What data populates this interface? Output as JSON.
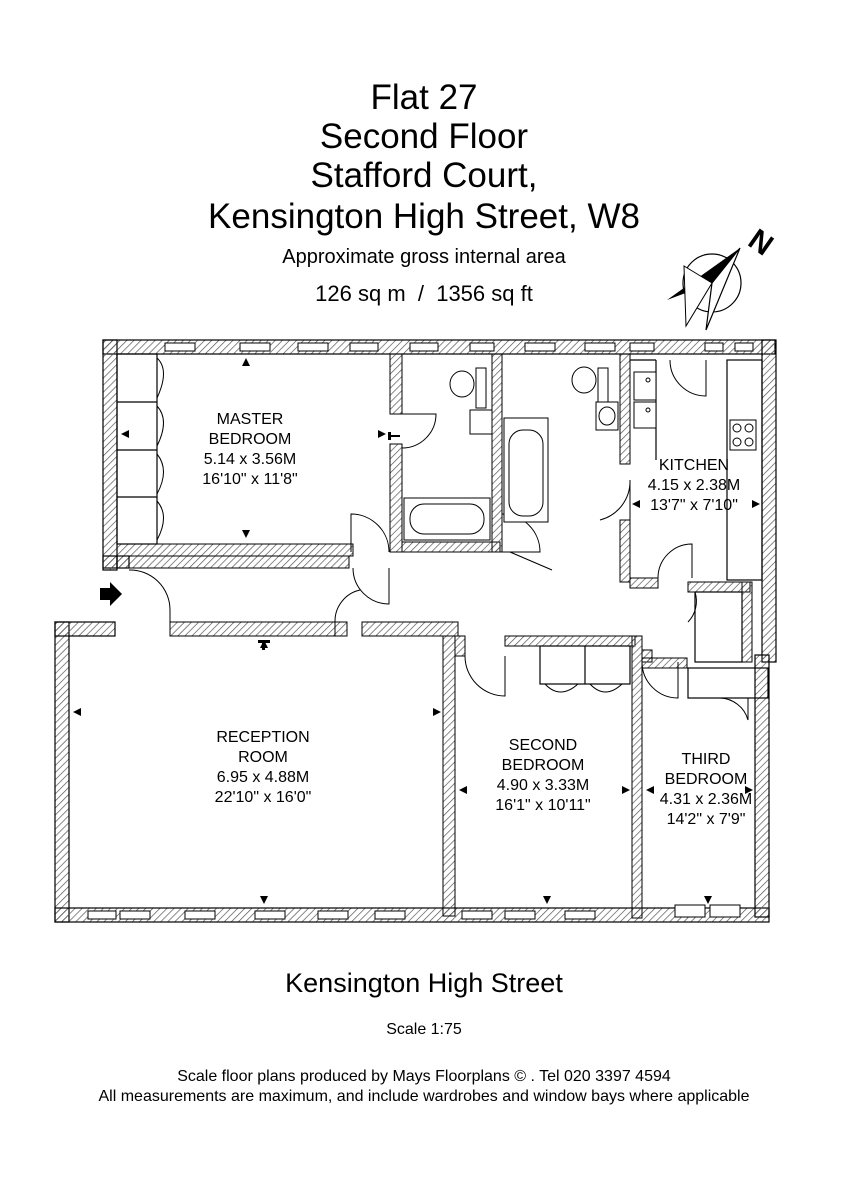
{
  "header": {
    "title_lines": [
      "Flat 27",
      "Second Floor",
      "Stafford Court,",
      "Kensington High Street, W8"
    ],
    "area_caption": "Approximate gross internal area",
    "area_value": "126 sq m  /  1356 sq ft"
  },
  "compass": {
    "label": "N",
    "icon": "north-compass-icon"
  },
  "rooms": {
    "master": {
      "lines": [
        "MASTER",
        "BEDROOM",
        "5.14 x 3.56M",
        "16'10\" x 11'8\""
      ]
    },
    "kitchen": {
      "lines": [
        "KITCHEN",
        "4.15 x 2.38M",
        "13'7\" x 7'10\""
      ]
    },
    "reception": {
      "lines": [
        "RECEPTION",
        "ROOM",
        "6.95 x 4.88M",
        "22'10\" x 16'0\""
      ]
    },
    "second": {
      "lines": [
        "SECOND",
        "BEDROOM",
        "4.90 x 3.33M",
        "16'1\" x 10'11\""
      ]
    },
    "third": {
      "lines": [
        "THIRD",
        "BEDROOM",
        "4.31 x 2.36M",
        "14'2\" x 7'9\""
      ]
    }
  },
  "footer": {
    "street": "Kensington High Street",
    "scale": "Scale 1:75",
    "credit": "Scale floor plans produced by Mays Floorplans  © . Tel 020 3397 4594",
    "disclaimer": "All measurements are maximum, and include wardrobes and window bays where applicable"
  },
  "colors": {
    "wall_line": "#000000",
    "wall_hatch": "#555555",
    "background": "#ffffff"
  }
}
